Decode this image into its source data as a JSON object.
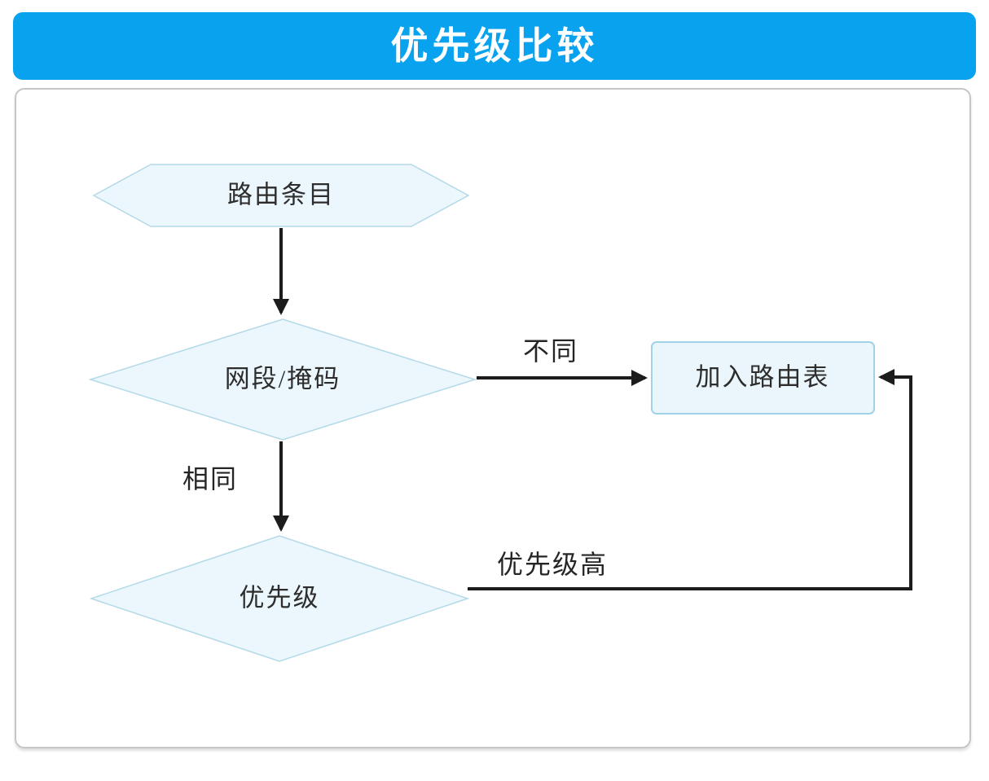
{
  "title_bar": {
    "label": "优先级比较",
    "bg_color": "#08a2ef",
    "text_color": "#ffffff"
  },
  "diagram": {
    "type": "flowchart",
    "nodes": {
      "route_entry": {
        "shape": "hexagon",
        "label": "路由条目"
      },
      "net_mask": {
        "shape": "diamond",
        "label": "网段/掩码"
      },
      "priority": {
        "shape": "diamond",
        "label": "优先级"
      },
      "add_route_table": {
        "shape": "rounded-rect",
        "label": "加入路由表"
      }
    },
    "edges": [
      {
        "from": "route_entry",
        "to": "net_mask",
        "label": ""
      },
      {
        "from": "net_mask",
        "to": "add_route_table",
        "label": "不同"
      },
      {
        "from": "net_mask",
        "to": "priority",
        "label": "相同"
      },
      {
        "from": "priority",
        "to": "add_route_table",
        "label": "优先级高"
      }
    ],
    "colors": {
      "node_fill": "#ebf7fc",
      "node_stroke": "#b4d9e8",
      "arrow": "#1c1c1c",
      "text": "#2d2d2d",
      "panel_border": "#c6c6c6"
    }
  }
}
